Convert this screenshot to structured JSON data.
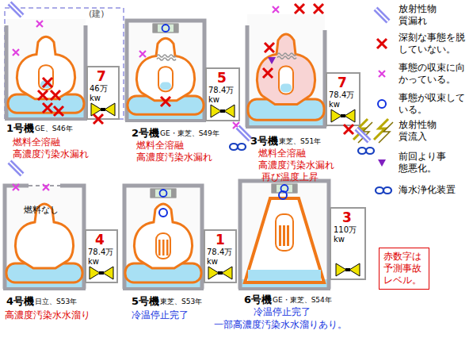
{
  "diagram": {
    "nodes": [
      {
        "text": [
          "7",
          "46万 kw",
          "1号機",
          "GE、S46年",
          "燃料全溶融",
          "高濃度汚染水漏れ"
        ]
      },
      {
        "text": [
          "5",
          "78.4万 kw",
          "2号機",
          "GE・東芝、S49年",
          "燃料全溶融",
          "高濃度汚染水漏れ"
        ]
      },
      {
        "text": [
          "7",
          "78.4万 kw",
          "3号機",
          "東芝、S51年",
          "燃料全溶融",
          "高濃度汚染水漏れ",
          "再び温度上昇"
        ]
      },
      {
        "text": [
          "4",
          "78.4万 kw",
          "燃料なし",
          "4号機",
          "日立、S53年",
          "高濃度汚染水水溜り"
        ]
      },
      {
        "text": [
          "1",
          "78.4万 kw",
          "5号機",
          "東芝、S53年",
          "冷温停止完了"
        ]
      },
      {
        "text": [
          "3",
          "110万 kw",
          "6号機",
          "GE・東芝、S54年",
          "冷温停止完了",
          "一部高濃度汚染水水溜りあり。"
        ]
      },
      {
        "text": [
          "赤数字は予測事故レベル。"
        ]
      }
    ],
    "edges": [],
    "labels": [
      "(建)"
    ],
    "legend": [
      {
        "text": "放射性物質漏れ"
      },
      {
        "text": "深刻な事態を脱していない。"
      },
      {
        "text": "事態の収束に向かっている。"
      },
      {
        "text": "事態が収束している。"
      },
      {
        "text": "放射性物質流入"
      },
      {
        "text": "前回より事態悪化。"
      },
      {
        "text": "海水浄化装置"
      }
    ]
  }
}
